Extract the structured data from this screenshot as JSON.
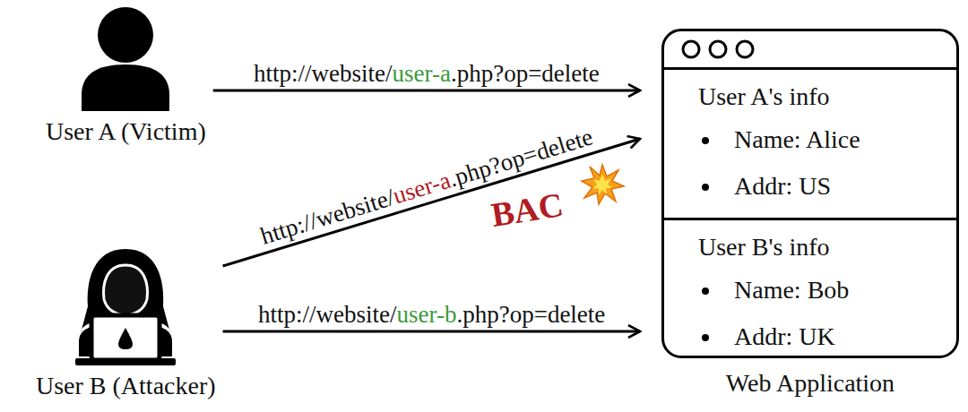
{
  "diagram": {
    "nodes": [
      {
        "text": [
          "User A (Victim)"
        ]
      },
      {
        "text": [
          "Web Application"
        ]
      },
      {
        "text": [
          "User A's info",
          "Name: Alice",
          "Addr: US"
        ],
        "in": 1
      },
      {
        "text": [
          "User B's info",
          "Name: Bob",
          "Addr: UK"
        ],
        "in": 1
      },
      {
        "text": [
          "User B (Attacker)"
        ]
      }
    ],
    "edges": [
      {
        "from": 0,
        "to": 1,
        "label": "http://website/user-a.php?op=delete",
        "arrow": "to"
      },
      {
        "from": 4,
        "to": 1,
        "label": "http://website/user-a.php?op=delete",
        "arrow": "to"
      },
      {
        "from": 4,
        "to": 1,
        "label": "http://website/user-b.php?op=delete",
        "arrow": "to"
      }
    ],
    "labels": [
      "BAC"
    ]
  }
}
